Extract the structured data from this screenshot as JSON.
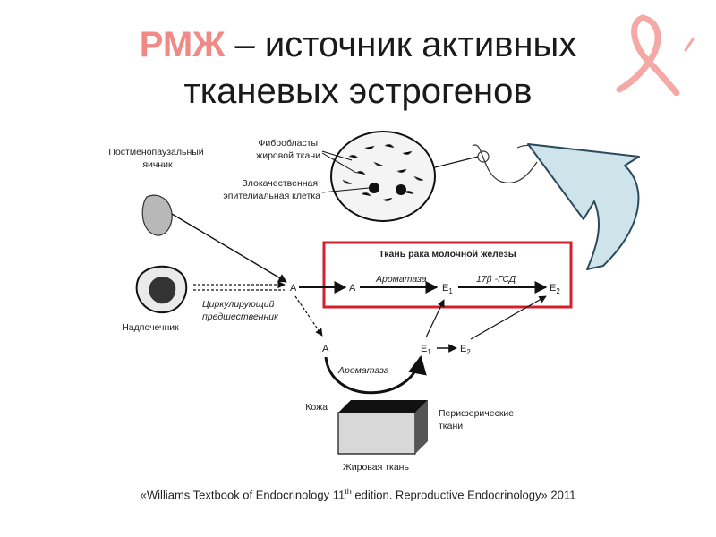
{
  "title": {
    "accent": "РМЖ",
    "rest": " – источник активных",
    "line2": "тканевых эстрогенов"
  },
  "diagram": {
    "label_ovary": [
      "Постменопаузальный",
      "яичник"
    ],
    "label_fibroblasts": [
      "Фибробласты",
      "жировой ткани"
    ],
    "label_malignant": [
      "Злокачественная",
      "эпителиальная клетка"
    ],
    "box_title": "Ткань рака молочной железы",
    "aromatase": "Ароматаза",
    "enzyme_17b": "17β -ГСД",
    "node_A": "A",
    "node_E1": "E",
    "node_E2": "E",
    "sub_1": "1",
    "sub_2": "2",
    "label_precursor": [
      "Циркулирующий",
      "предшественник"
    ],
    "label_adrenal": "Надпочечник",
    "label_skin": "Кожа",
    "label_peripheral": [
      "Периферические",
      "ткани"
    ],
    "label_fat": "Жировая ткань"
  },
  "citation": {
    "before": "«Williams Textbook of Endocrinology 11",
    "sup": "th",
    "after": " edition. Reproductive Endocrinology» 2011"
  },
  "colors": {
    "accent": "#f08a87",
    "highlight_box": "#d41f2d",
    "big_arrow_fill": "#cfe4ea",
    "ribbon": "#f5a9a6"
  }
}
